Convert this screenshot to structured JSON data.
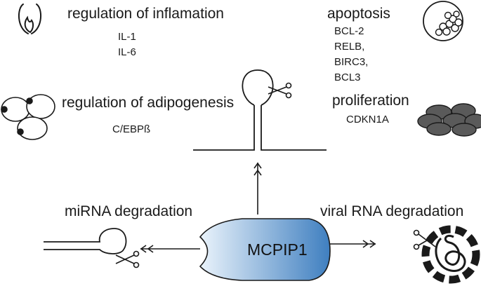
{
  "figure": {
    "enzyme": "MCPIP1",
    "top_left": {
      "title": "regulation of inflamation",
      "items": [
        "IL-1",
        "IL-6"
      ],
      "icon": "flame-icon"
    },
    "mid_left": {
      "title": "regulation of adipogenesis",
      "items": [
        "C/EBPß"
      ],
      "icon": "adipocyte-cells-icon"
    },
    "top_right": {
      "title": "apoptosis",
      "items": [
        "BCL-2",
        "RELB,",
        "BIRC3,",
        "BCL3"
      ],
      "icon": "apoptotic-cell-icon"
    },
    "mid_right": {
      "title": "proliferation",
      "items": [
        "CDKN1A"
      ],
      "icon": "proliferating-cells-icon"
    },
    "bottom_left": {
      "title": "miRNA degradation"
    },
    "bottom_right": {
      "title": "viral RNA degradation",
      "icon": "virus-icon"
    },
    "colors": {
      "enzyme_light": "#e6f0fa",
      "enzyme_dark": "#4a86c4",
      "cells": "#5a5a5a",
      "stroke": "#1a1a1a"
    }
  }
}
